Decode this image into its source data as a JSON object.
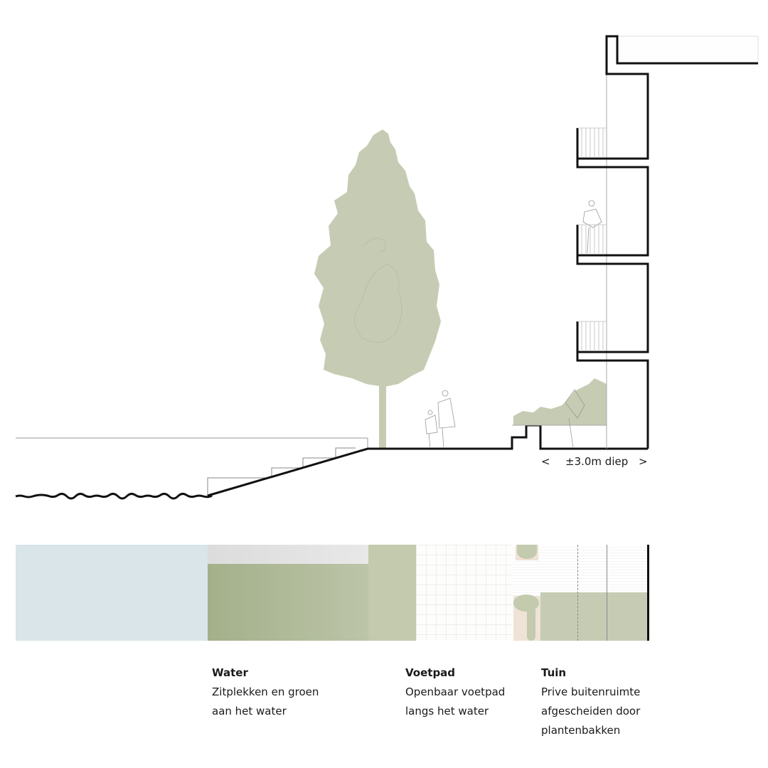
{
  "section": {
    "dimension": {
      "left_arrow": "<",
      "text": "±3.0m diep",
      "right_arrow": ">"
    }
  },
  "colors": {
    "tree_green": "#c5ccb3",
    "water_blue": "#d9e5e8",
    "grass_green_dark": "#a3b08a",
    "grass_green_light": "#c0c8ac",
    "terrace_grey": "#dedede",
    "planter_pink": "#efe2d6",
    "line_black": "#111111"
  },
  "captions": [
    {
      "title": "Water",
      "lines": [
        "Zitplekken en groen",
        "aan het water"
      ]
    },
    {
      "title": "Voetpad",
      "lines": [
        "Openbaar voetpad",
        "langs het water"
      ]
    },
    {
      "title": "Tuin",
      "lines": [
        "Prive buitenruimte",
        "afgescheiden door",
        "plantenbakken"
      ]
    }
  ]
}
